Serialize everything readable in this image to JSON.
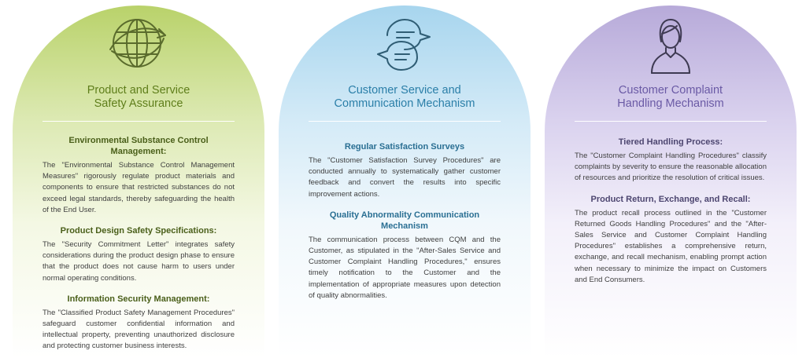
{
  "cards": [
    {
      "icon": "globe-arrow-icon",
      "title_lines": [
        "Product and Service",
        "Safety Assurance"
      ],
      "sections": [
        {
          "title": "Environmental Substance Control Management:",
          "body": "The \"Environmental Substance Control Management Measures\" rigorously regulate product materials and components to ensure that restricted substances do not exceed legal standards, thereby safeguarding the health of the End User."
        },
        {
          "title": "Product Design Safety Specifications:",
          "body": "The \"Security Commitment Letter\" integrates safety considerations during the product design phase to ensure that the product does not cause harm to users under normal operating conditions."
        },
        {
          "title": "Information Security Management:",
          "body": "The \"Classified Product Safety Management Procedures\" safeguard customer confidential information and intellectual property, preventing unauthorized disclosure and protecting customer business interests."
        }
      ]
    },
    {
      "icon": "chat-bubbles-icon",
      "title_lines": [
        "Customer Service and",
        "Communication Mechanism"
      ],
      "sections": [
        {
          "title": "Regular Satisfaction Surveys",
          "body": "The \"Customer Satisfaction Survey Procedures\" are conducted annually to systematically gather customer feedback and convert the results into specific improvement actions."
        },
        {
          "title": "Quality Abnormality Communication Mechanism",
          "body": "The communication process between CQM and the Customer, as stipulated in the \"After-Sales Service and Customer Complaint Handling Procedures,\" ensures timely notification to the Customer and the implementation of appropriate measures upon detection of quality abnormalities."
        }
      ]
    },
    {
      "icon": "person-icon",
      "title_lines": [
        "Customer Complaint",
        "Handling Mechanism"
      ],
      "sections": [
        {
          "title": "Tiered Handling Process:",
          "body": "The \"Customer Complaint Handling Procedures\" classify complaints by severity to ensure the reasonable allocation of resources and prioritize the resolution of critical issues."
        },
        {
          "title": "Product Return, Exchange, and Recall:",
          "body": "The product recall process outlined in the \"Customer Returned Goods Handling Procedures\" and the \"After-Sales Service and Customer Complaint Handling Procedures\" establishes a comprehensive return, exchange, and recall mechanism, enabling prompt action when necessary to minimize the impact on Customers and End Consumers."
        }
      ]
    }
  ],
  "colors": {
    "green_accent": "#5f7e1b",
    "blue_accent": "#2b7fa8",
    "purple_accent": "#6a5aa5",
    "body_text": "#3f3f3f"
  }
}
